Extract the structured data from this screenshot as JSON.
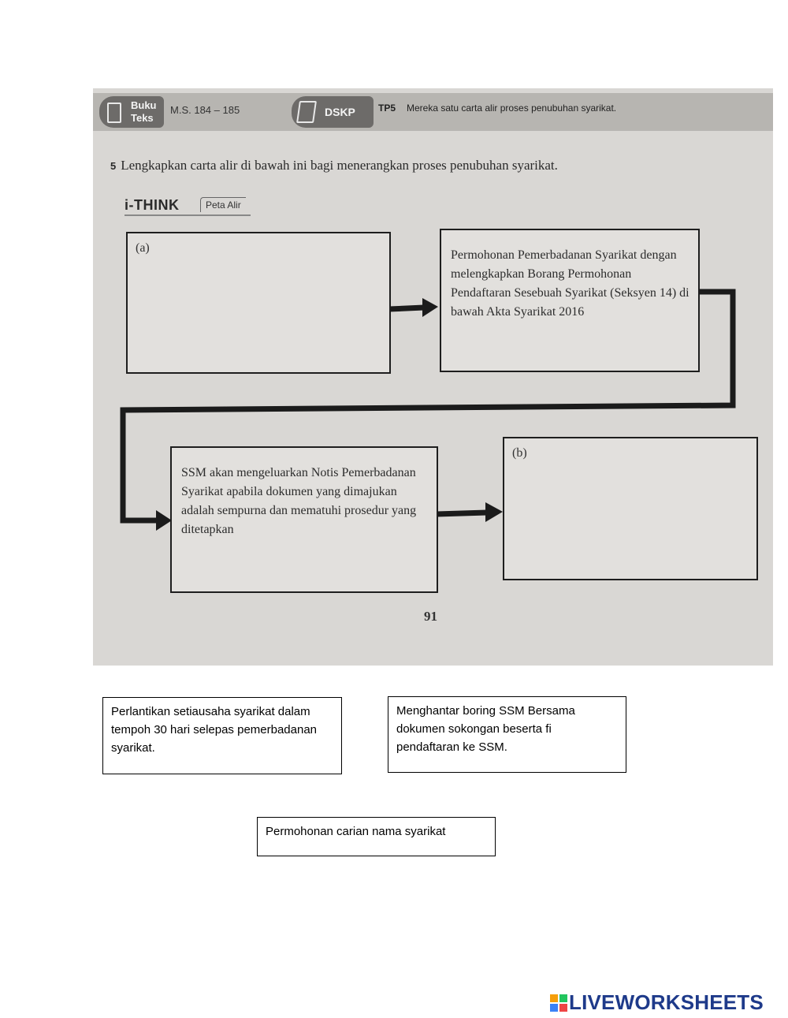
{
  "photo": {
    "header": {
      "badge_line1": "Buku",
      "badge_line2": "Teks",
      "pages": "M.S. 184 – 185",
      "dskp_label": "DSKP",
      "tp": "TP5",
      "tp_desc": "Mereka satu carta alir proses penubuhan syarikat."
    },
    "question_number": "5",
    "question_text": "Lengkapkan carta alir di bawah ini bagi menerangkan proses penubuhan syarikat.",
    "ithink": "i-THINK",
    "map_type": "Peta Alir",
    "flow": {
      "box_a_label": "(a)",
      "box_2_text": "Permohonan Pemerbadanan Syarikat dengan melengkapkan Borang Permohonan Pendaftaran Sesebuah Syarikat (Seksyen 14) di bawah Akta Syarikat 2016",
      "box_3_text": "SSM akan mengeluarkan Notis Pemerbadanan Syarikat apabila dokumen yang dimajukan adalah sempurna dan mematuhi prosedur yang ditetapkan",
      "box_b_label": "(b)"
    },
    "page_number": "91"
  },
  "options": [
    "Perlantikan setiausaha syarikat dalam tempoh 30 hari selepas pemerbadanan syarikat.",
    "Menghantar boring SSM Bersama dokumen sokongan beserta fi pendaftaran ke SSM.",
    "Permohonan carian nama syarikat"
  ],
  "footer": {
    "brand": "LIVEWORKSHEETS",
    "brand_color": "#1e3a8a",
    "block_colors": [
      "#f59e0b",
      "#22c55e",
      "#3b82f6",
      "#ef4444"
    ]
  }
}
